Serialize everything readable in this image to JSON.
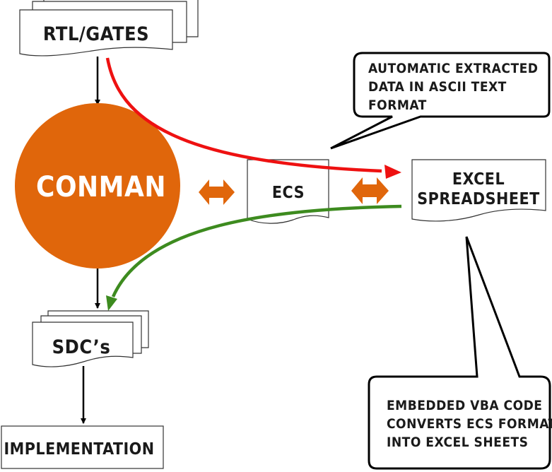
{
  "nodes": {
    "rtl_gates": "RTL/GATES",
    "conman": "CONMAN",
    "ecs": "ECS",
    "excel": [
      "EXCEL",
      "SPREADSHEET"
    ],
    "sdc": "SDC’s",
    "implementation": "IMPLEMENTATION"
  },
  "callouts": {
    "extracted": [
      "AUTOMATIC EXTRACTED",
      "DATA IN ASCII TEXT",
      "FORMAT"
    ],
    "vba": [
      "EMBEDDED VBA CODE",
      "CONVERTS ECS FORMAT",
      "INTO EXCEL SHEETS"
    ]
  },
  "colors": {
    "conman": "#e0660b",
    "red_arrow": "#ee1111",
    "green_arrow": "#3d8b1f",
    "double_arrow": "#e0660b"
  }
}
